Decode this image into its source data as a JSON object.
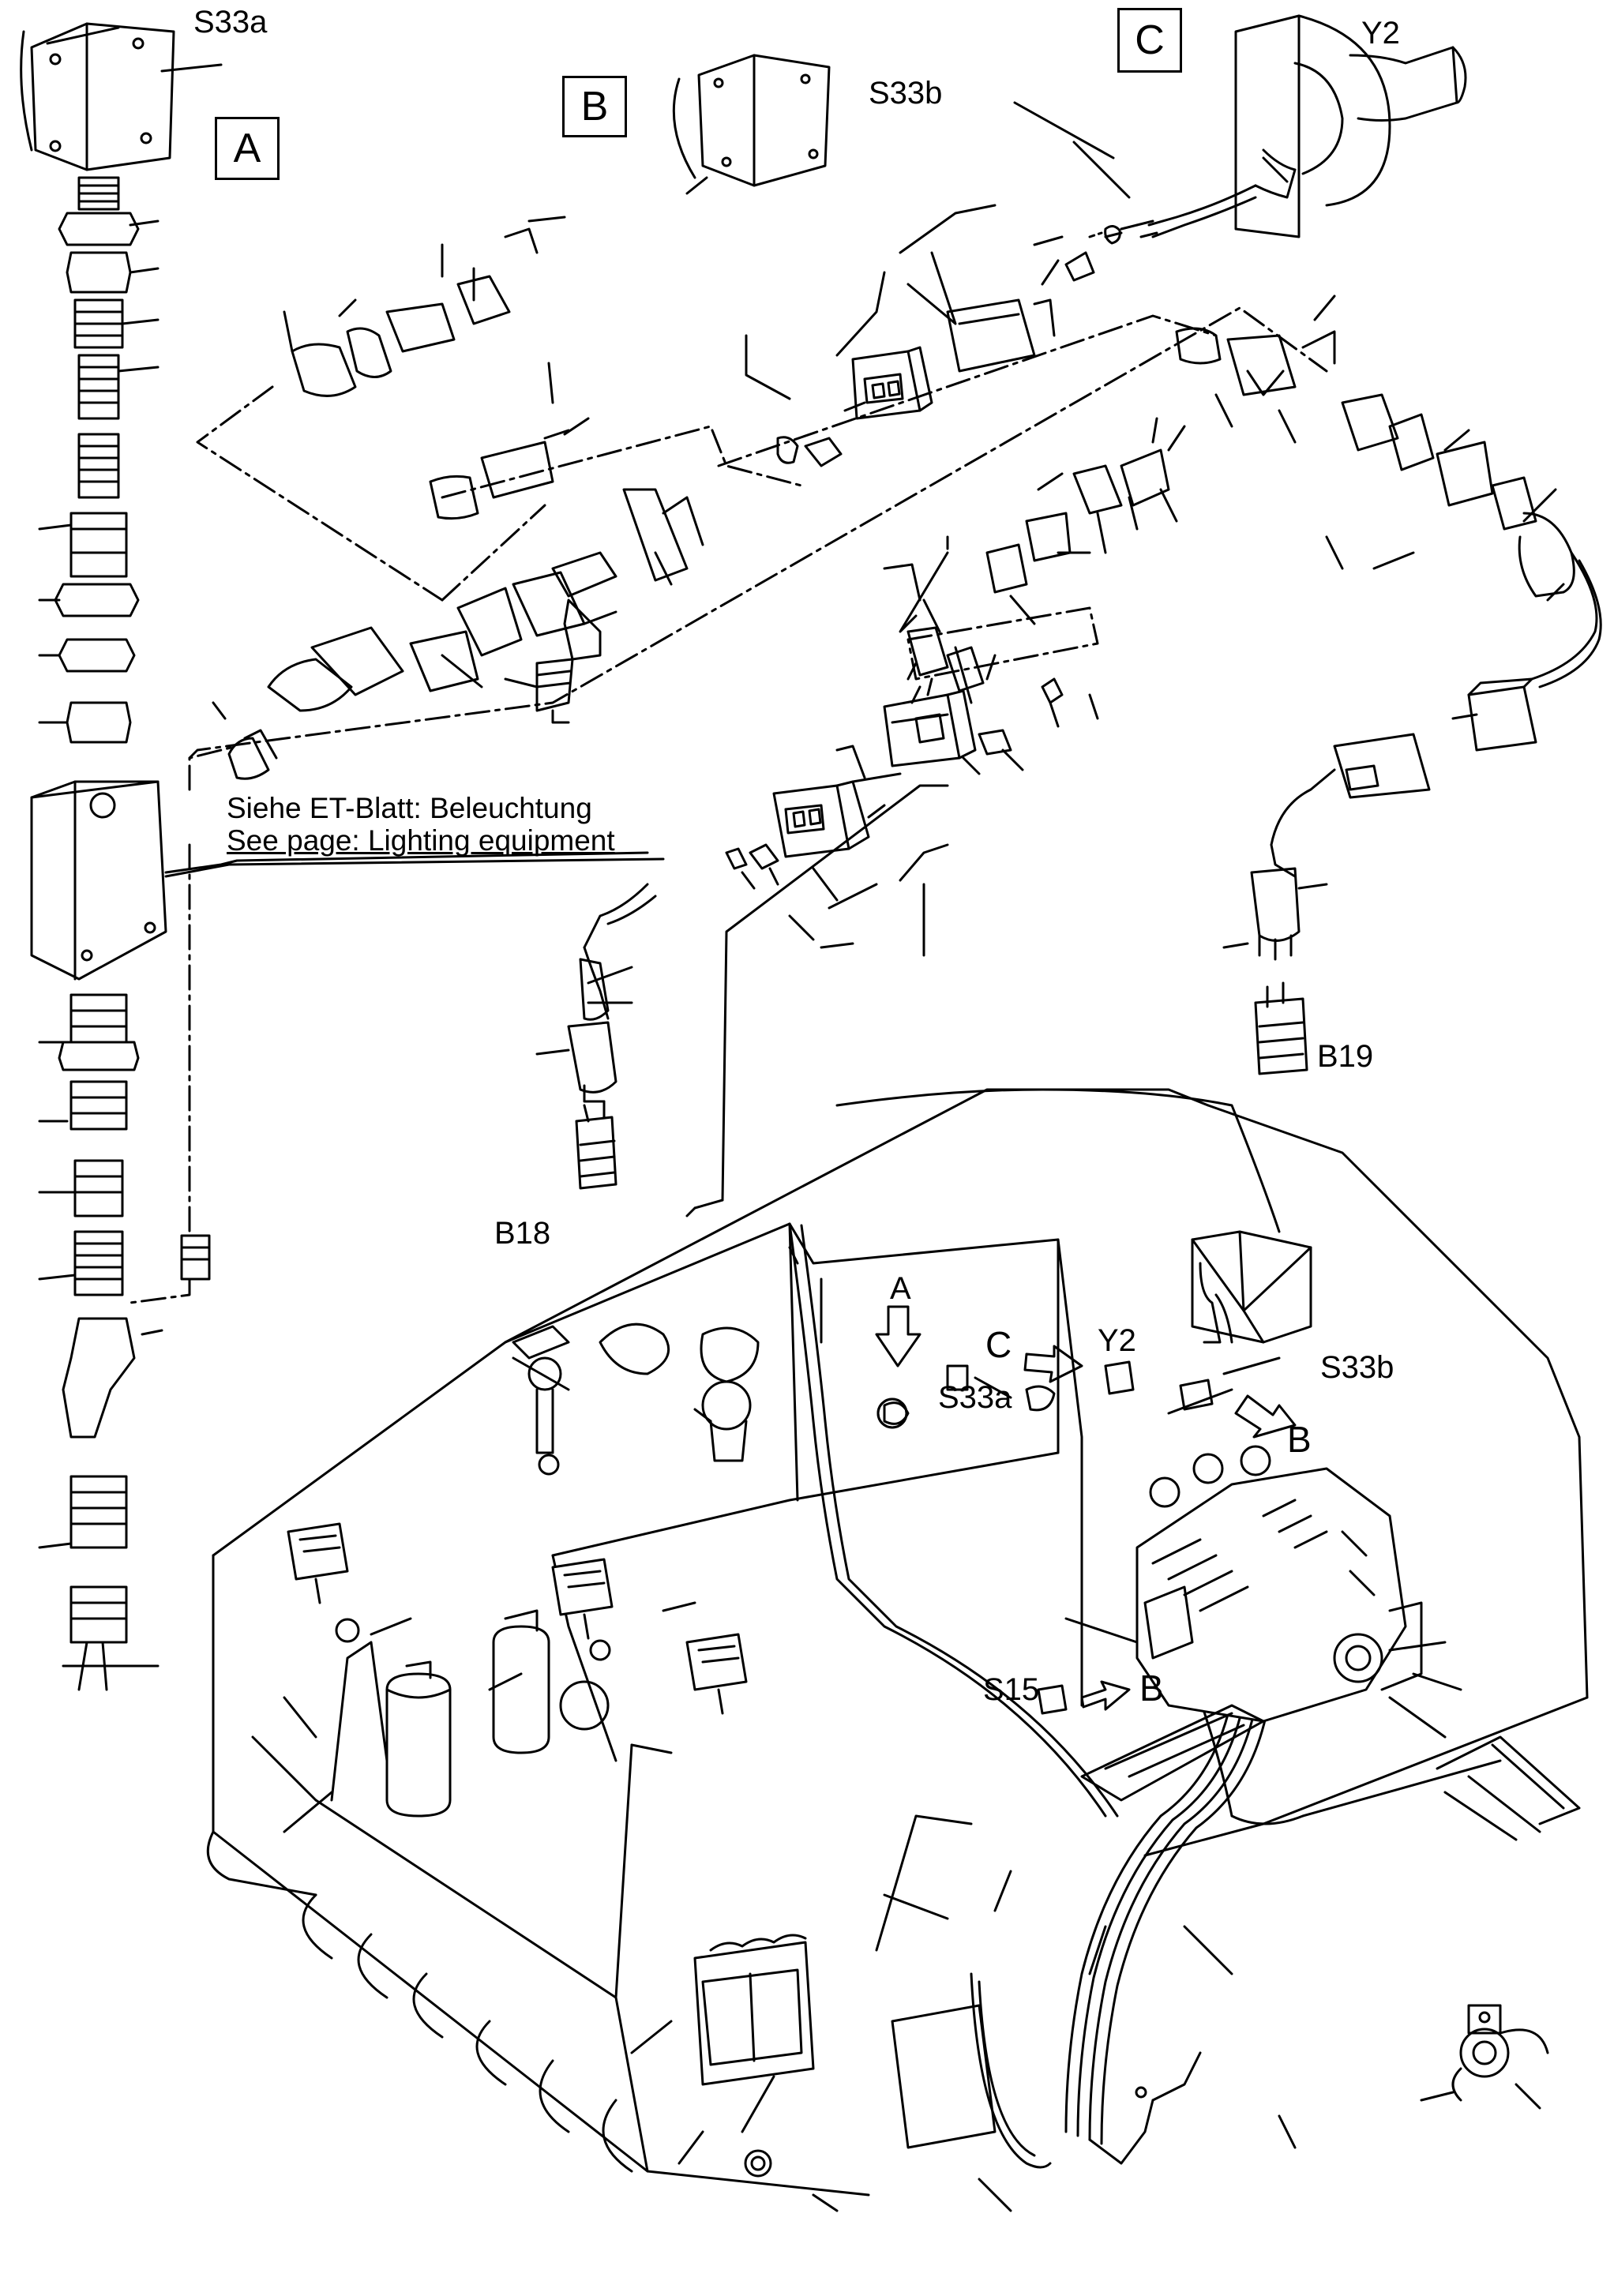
{
  "detail_boxes": {
    "a": "A",
    "b": "B",
    "c": "C"
  },
  "parts": {
    "s33a": "S33a",
    "s33b": "S33b",
    "y2": "Y2",
    "b18": "B18",
    "b19": "B19",
    "s15": "S15"
  },
  "note": {
    "line1": "Siehe ET-Blatt: Beleuchtung",
    "line2": "See page: Lighting equipment"
  },
  "view_markers": {
    "a": "A",
    "b_upper": "B",
    "b_lower": "B",
    "c": "C",
    "y2": "Y2",
    "s33a": "S33a",
    "s33b": "S33b",
    "s15": "S15"
  },
  "colors": {
    "line": "#000000",
    "background": "#ffffff"
  }
}
